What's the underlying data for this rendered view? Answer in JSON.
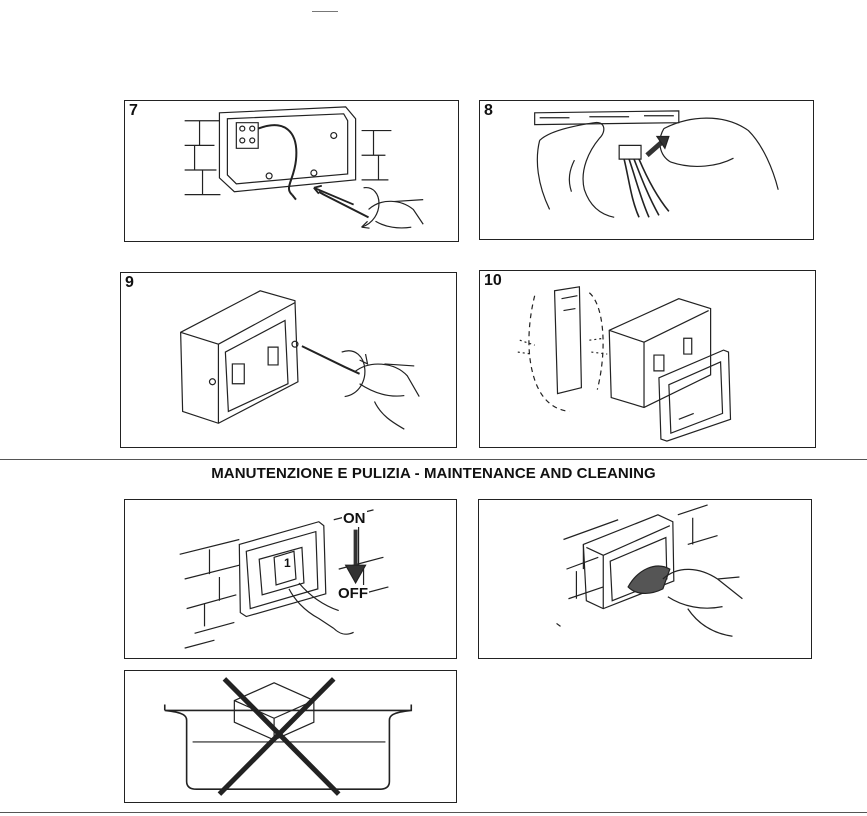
{
  "steps": [
    {
      "number": "7"
    },
    {
      "number": "8"
    },
    {
      "number": "9"
    },
    {
      "number": "10"
    }
  ],
  "section": {
    "heading": "MANUTENZIONE E PULIZIA - MAINTENANCE AND CLEANING"
  },
  "switch_labels": {
    "on": "ON",
    "off": "OFF",
    "button_digit": "1"
  }
}
